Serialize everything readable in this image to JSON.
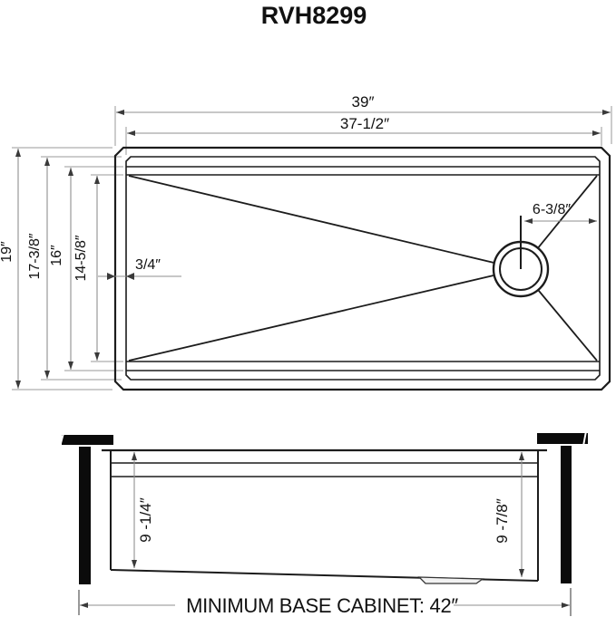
{
  "title": "RVH8299",
  "colors": {
    "background": "#ffffff",
    "object_line": "#1c1c1c",
    "dimension_line": "#8f8f8f",
    "arrow": "#3a3a3a",
    "text": "#111111",
    "cabinet_fill": "#0b0b0b"
  },
  "top_view": {
    "width_outer": "39″",
    "width_inner": "37-1/2″",
    "height_outer": "19″",
    "height_rim": "17-3/8″",
    "height_mid": "16″",
    "height_basin": "14-5/8″",
    "rim_gap": "3/4″",
    "drain_offset": "6-3/8″"
  },
  "side_view": {
    "depth_left": "9 -1/4″",
    "depth_right": "9 -7/8″",
    "cabinet_note": "MINIMUM BASE CABINET: 42″"
  }
}
